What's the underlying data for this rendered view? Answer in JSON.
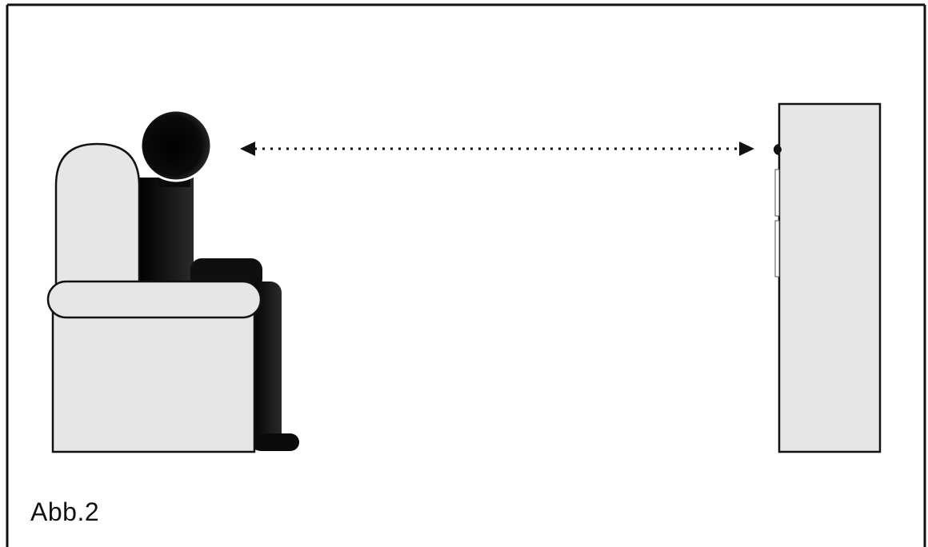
{
  "figure": {
    "caption": "Abb.2"
  },
  "scene": {
    "elements": [
      "armchair",
      "seated-person",
      "viewing-distance-arrow",
      "cabinet-device"
    ],
    "colors": {
      "outline": "#111111",
      "fill_light": "#e6e6e6",
      "figure_dark": "#0a0a0a",
      "background": "#ffffff"
    }
  }
}
